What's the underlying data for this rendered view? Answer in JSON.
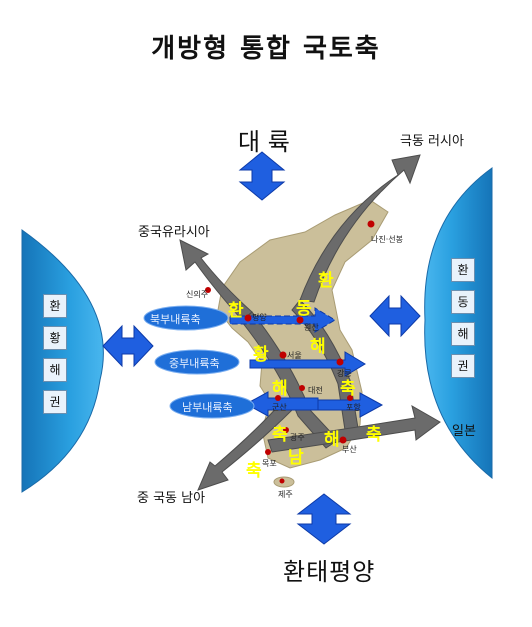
{
  "title": "개방형 통합 국토축",
  "directions": {
    "continent": "대 륙",
    "far_east_russia": "극동 러시아",
    "central_asia": "중국유라시아",
    "southeast_asia": "중 국동 남아",
    "japan": "일본",
    "pacific": "환태평양"
  },
  "left_sphere": [
    "환",
    "황",
    "해",
    "권"
  ],
  "right_sphere": [
    "환",
    "동",
    "해",
    "권"
  ],
  "routes": [
    "북부내륙축",
    "중부내륙축",
    "남부내륙축"
  ],
  "axis_chars": {
    "east": [
      "환",
      "동",
      "해",
      "축"
    ],
    "west": [
      "환",
      "황",
      "해",
      "축"
    ],
    "south": [
      "축",
      "남",
      "해",
      "축"
    ]
  },
  "cities": [
    "나진·선봉",
    "신의주",
    "평양",
    "원산",
    "서울",
    "강릉",
    "대전",
    "군산",
    "포항",
    "광주",
    "부산",
    "목포",
    "제주"
  ],
  "colors": {
    "sea": "#1f8fd0",
    "arrow_blue": "#1f5fe0",
    "axis_gray": "#6b6b6b",
    "land": "#cbbf9a",
    "city_dot": "#c00000",
    "axis_text": "#ffff00"
  }
}
